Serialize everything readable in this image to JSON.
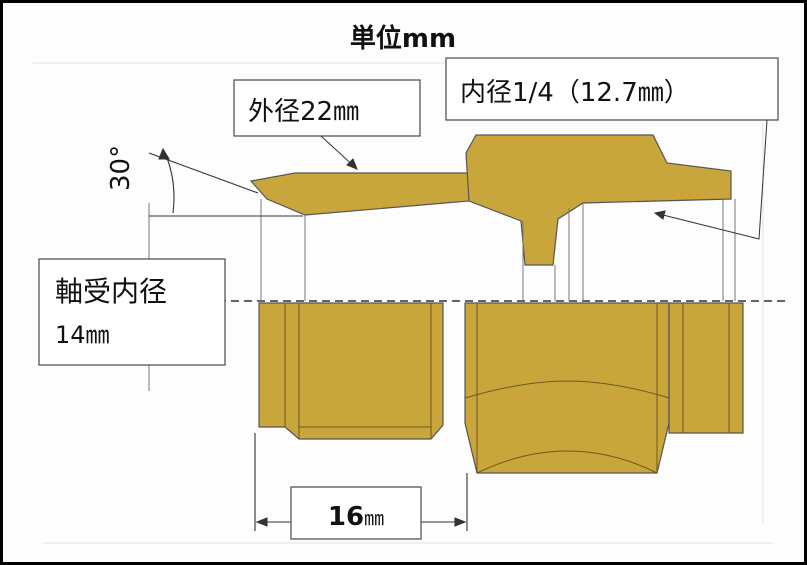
{
  "title": "単位mm",
  "labels": {
    "outer_diameter": "外径22㎜",
    "inner_diameter": "内径1/4（12.7㎜）",
    "bearing_label": "軸受内径",
    "bearing_value": "14㎜",
    "angle": "30°",
    "length": "16",
    "length_unit": "㎜"
  },
  "colors": {
    "brass": "#c9a63b",
    "brass_dark": "#a98824",
    "outline": "#555555"
  }
}
